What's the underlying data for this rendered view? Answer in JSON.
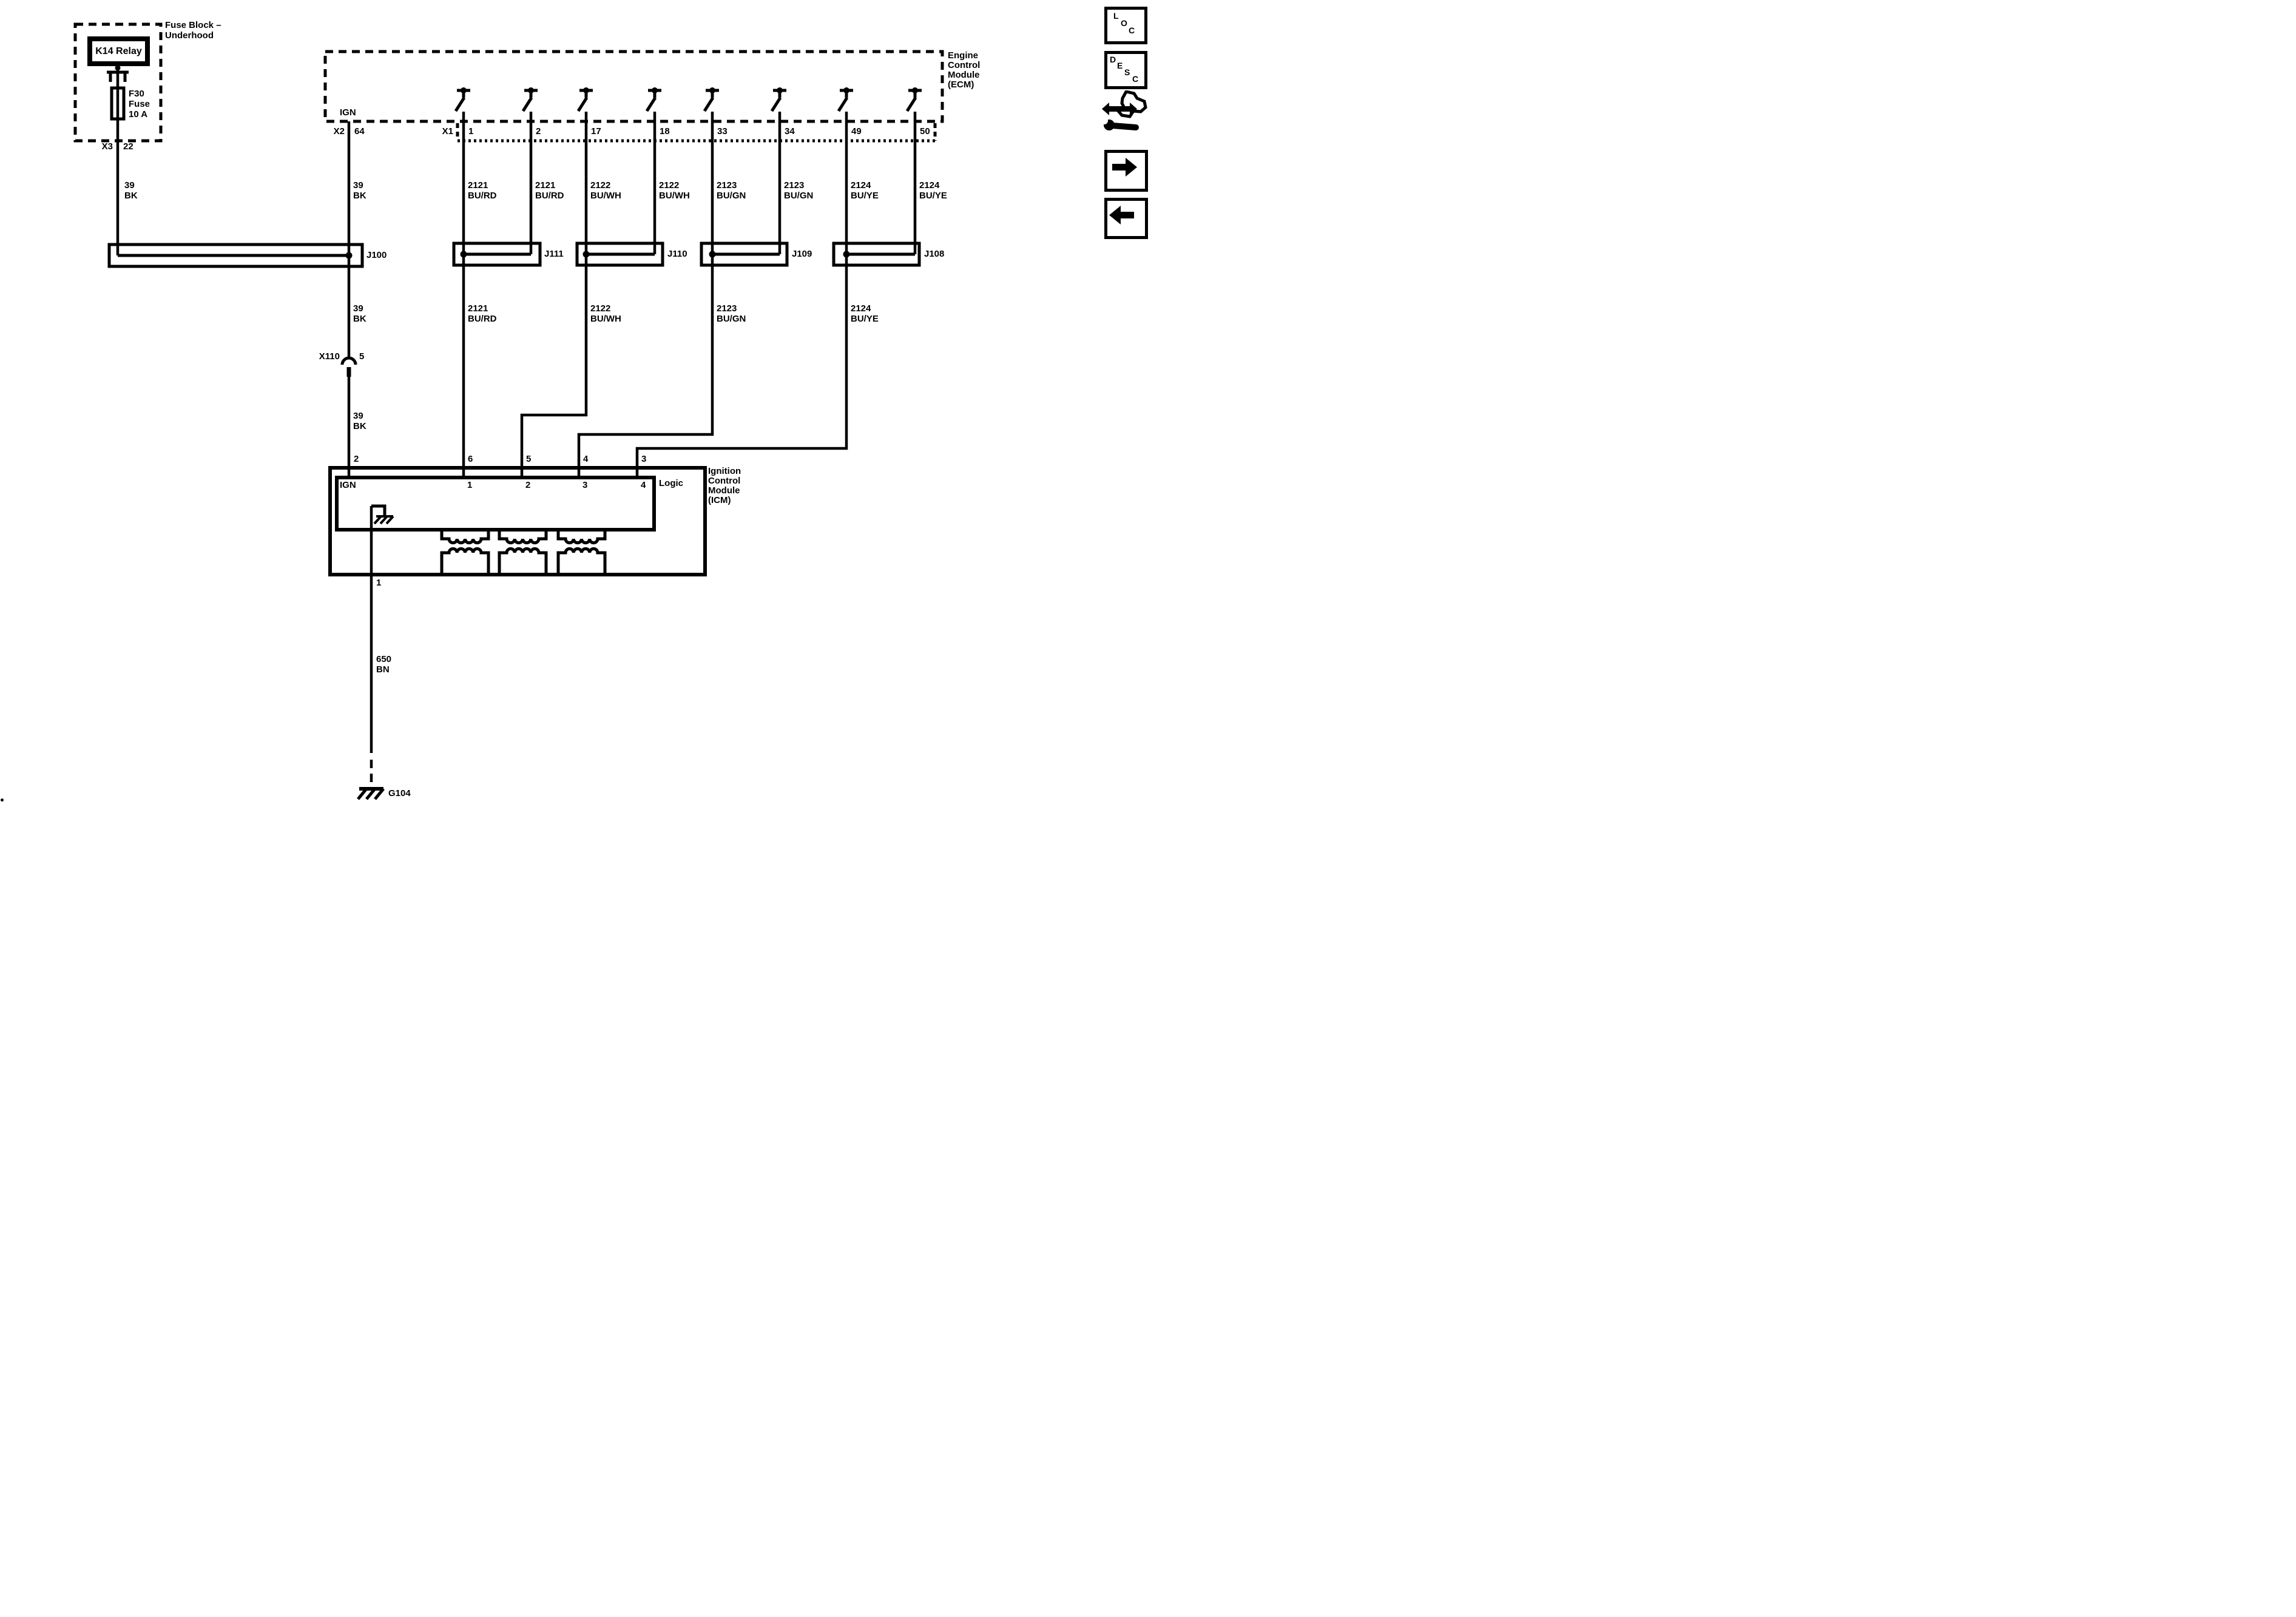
{
  "colors": {
    "ink": "#000000",
    "paper": "#ffffff"
  },
  "fuse_block": {
    "title_line1": "Fuse Block –",
    "title_line2": "Underhood",
    "relay_label": "K14 Relay",
    "fuse_name": "F30",
    "fuse_type": "Fuse",
    "fuse_rating": "10 A",
    "connector_label": "X3",
    "pin_label": "22"
  },
  "ecm": {
    "name_line1": "Engine",
    "name_line2": "Control",
    "name_line3": "Module",
    "name_line4": "(ECM)",
    "ign_label": "IGN",
    "x2_label": "X2",
    "x2_pin": "64",
    "x1_label": "X1",
    "pins": [
      "1",
      "2",
      "17",
      "18",
      "33",
      "34",
      "49",
      "50"
    ]
  },
  "wires": {
    "row1": [
      {
        "code": "39",
        "color": "BK"
      },
      {
        "code": "39",
        "color": "BK"
      },
      {
        "code": "2121",
        "color": "BU/RD"
      },
      {
        "code": "2121",
        "color": "BU/RD"
      },
      {
        "code": "2122",
        "color": "BU/WH"
      },
      {
        "code": "2122",
        "color": "BU/WH"
      },
      {
        "code": "2123",
        "color": "BU/GN"
      },
      {
        "code": "2123",
        "color": "BU/GN"
      },
      {
        "code": "2124",
        "color": "BU/YE"
      },
      {
        "code": "2124",
        "color": "BU/YE"
      }
    ],
    "row2": [
      {
        "code": "39",
        "color": "BK"
      },
      {
        "code": "2121",
        "color": "BU/RD"
      },
      {
        "code": "2122",
        "color": "BU/WH"
      },
      {
        "code": "2123",
        "color": "BU/GN"
      },
      {
        "code": "2124",
        "color": "BU/YE"
      }
    ],
    "row3": {
      "code": "39",
      "color": "BK"
    },
    "ground_wire": {
      "code": "650",
      "color": "BN"
    }
  },
  "splices": {
    "j100": "J100",
    "j111": "J111",
    "j110": "J110",
    "j109": "J109",
    "j108": "J108"
  },
  "inline_connector": {
    "label": "X110",
    "pin": "5"
  },
  "icm": {
    "name_line1": "Ignition",
    "name_line2": "Control",
    "name_line3": "Module",
    "name_line4": "(ICM)",
    "logic_label": "Logic",
    "top_pins": [
      "2",
      "6",
      "5",
      "4",
      "3"
    ],
    "ign_label": "IGN",
    "logic_inputs": [
      "1",
      "2",
      "3",
      "4"
    ],
    "bottom_pin": "1"
  },
  "ground": {
    "label": "G104"
  },
  "sidebar": {
    "loc_letters": [
      "L",
      "O",
      "C"
    ],
    "desc_letters": [
      "D",
      "E",
      "S",
      "C"
    ]
  }
}
